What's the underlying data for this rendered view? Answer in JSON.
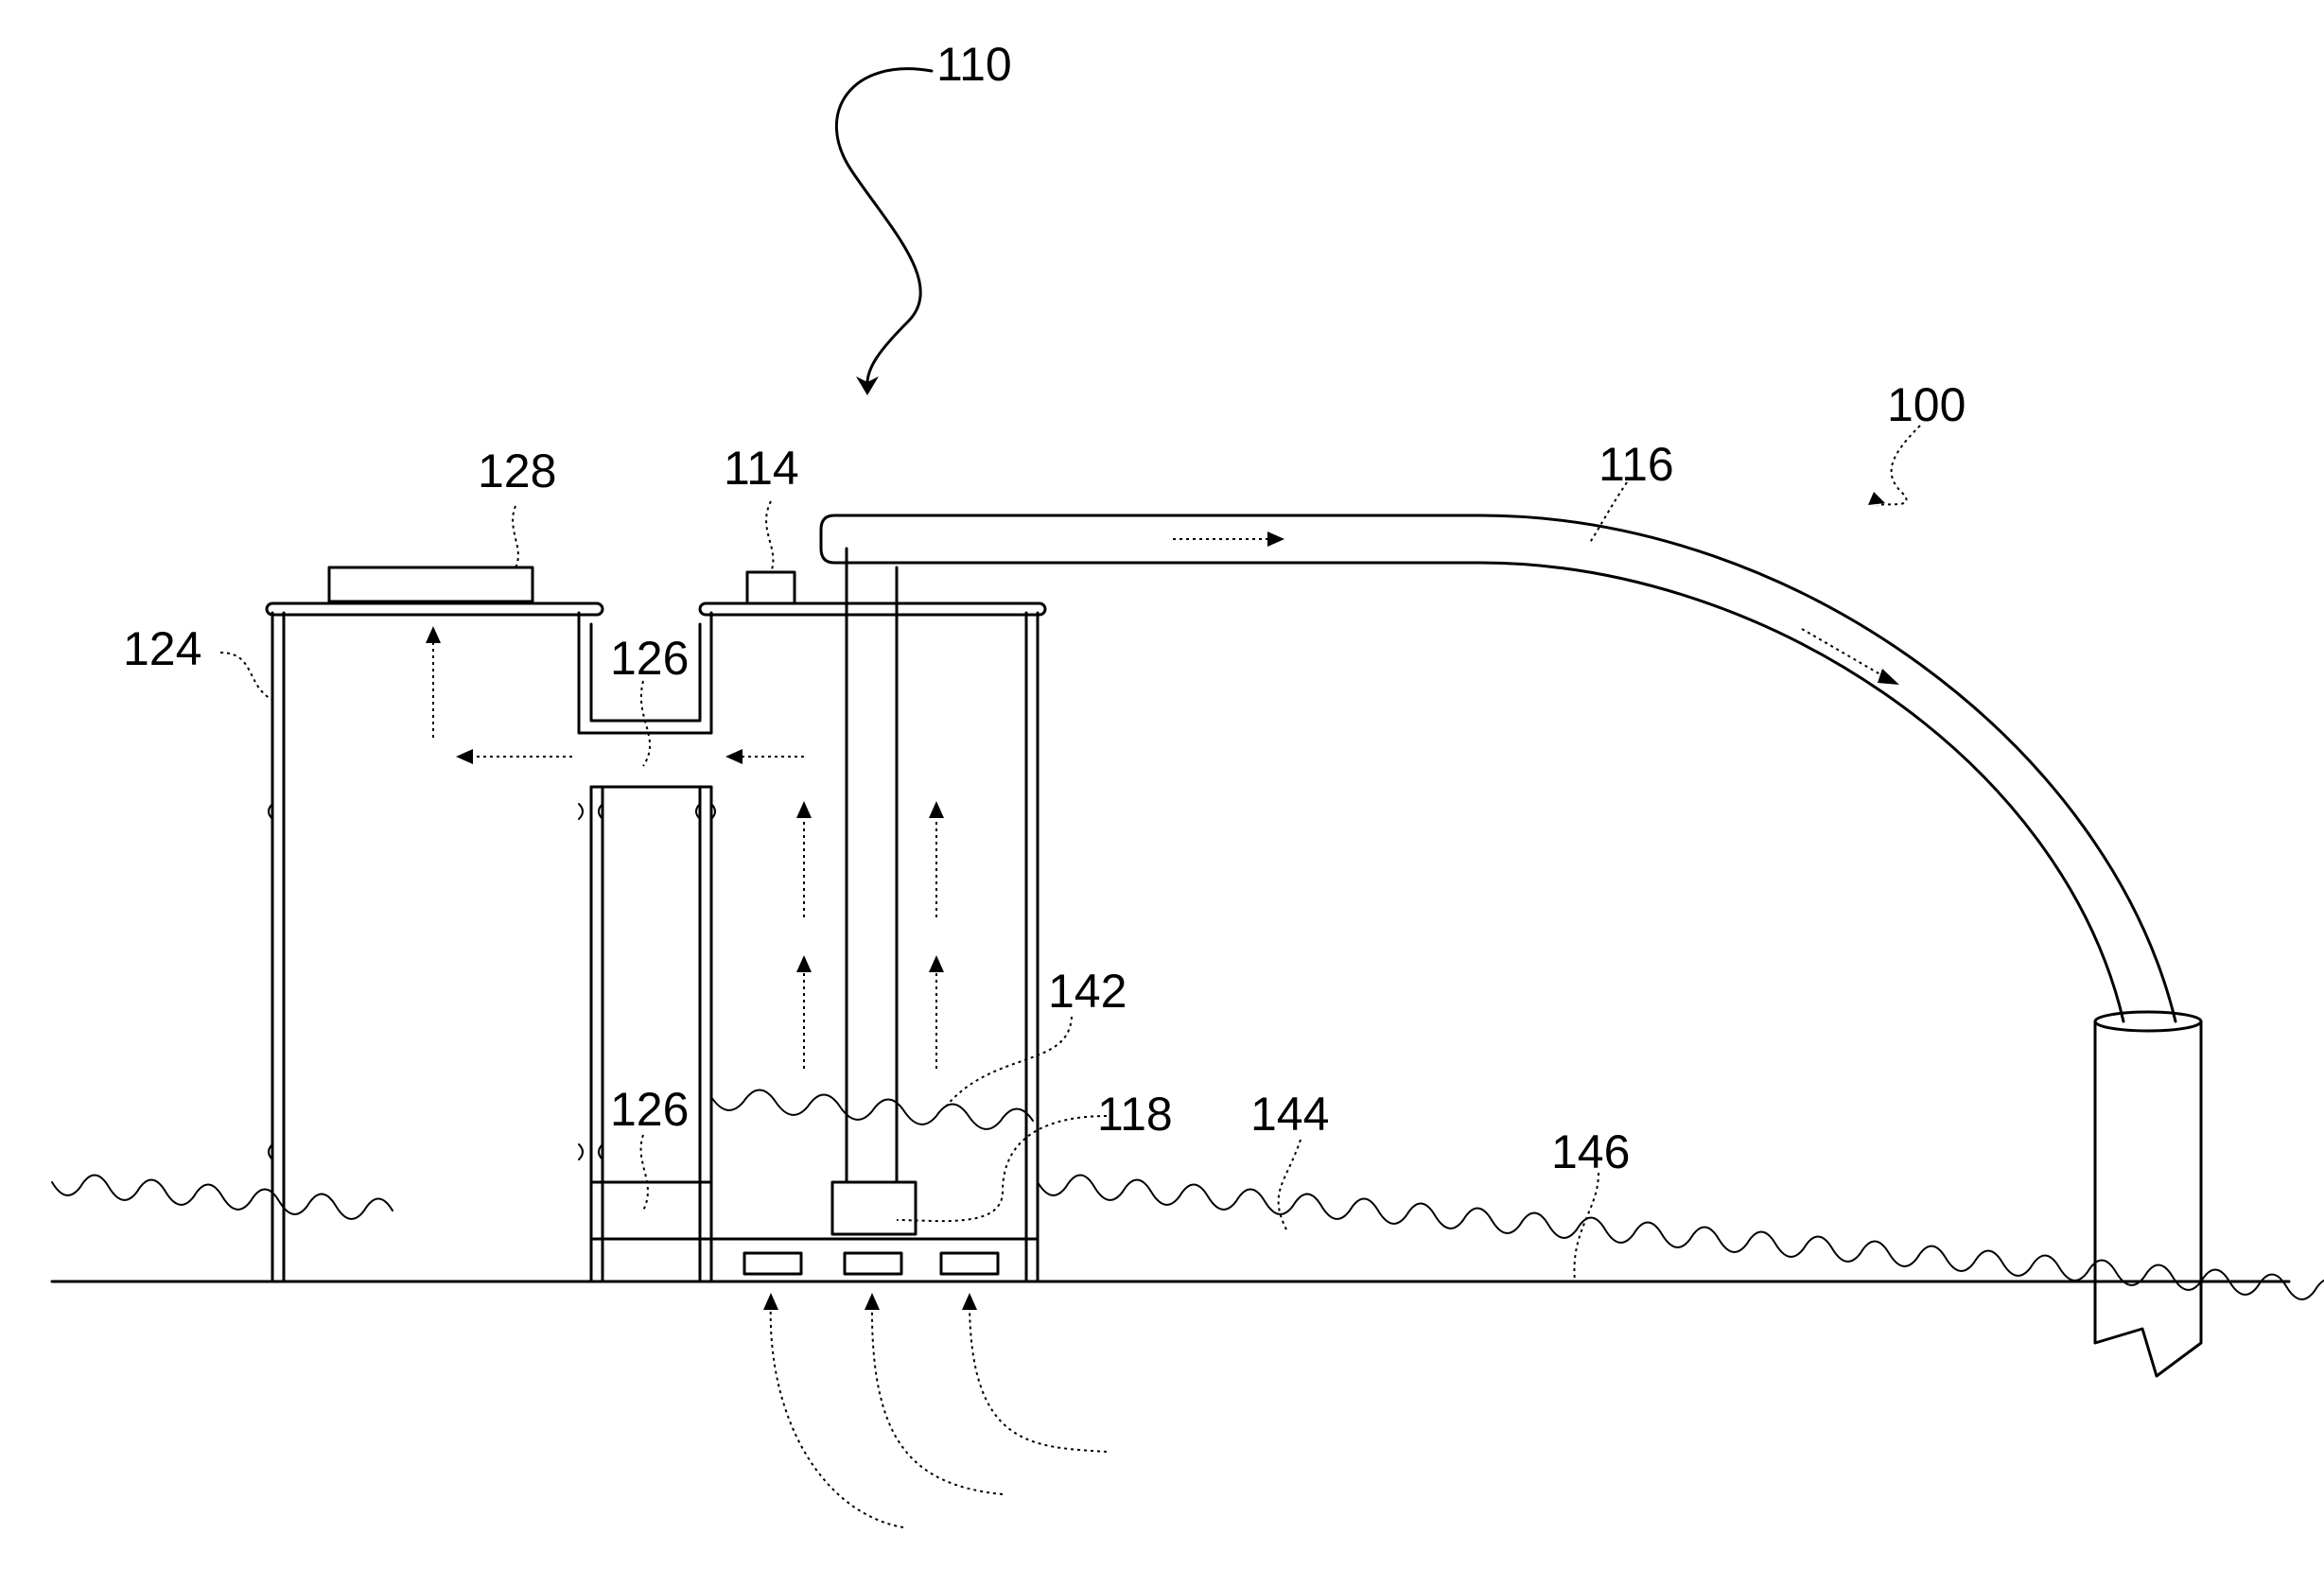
{
  "figure": {
    "labels": [
      {
        "key": "assembly",
        "text": "110"
      },
      {
        "key": "system",
        "text": "100"
      },
      {
        "key": "cap",
        "text": "128"
      },
      {
        "key": "vent",
        "text": "114"
      },
      {
        "key": "discharge_pipe",
        "text": "116"
      },
      {
        "key": "tank",
        "text": "124"
      },
      {
        "key": "passage_upper",
        "text": "126"
      },
      {
        "key": "passage_lower",
        "text": "126"
      },
      {
        "key": "inner_level",
        "text": "142"
      },
      {
        "key": "pump",
        "text": "118"
      },
      {
        "key": "water",
        "text": "144"
      },
      {
        "key": "seabed",
        "text": "146"
      }
    ]
  }
}
